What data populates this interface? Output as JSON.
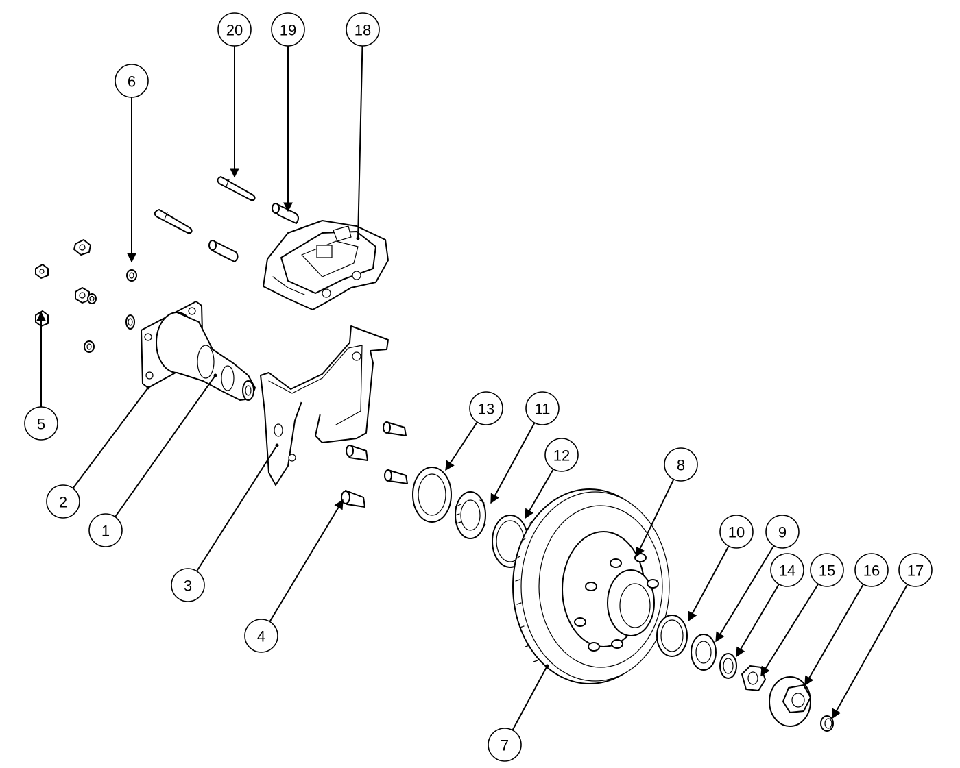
{
  "callouts": [
    {
      "key": "20",
      "label": "20",
      "end": "arrow"
    },
    {
      "key": "19",
      "label": "19",
      "end": "arrow"
    },
    {
      "key": "18",
      "label": "18",
      "end": "dot"
    },
    {
      "key": "6",
      "label": "6",
      "end": "arrow"
    },
    {
      "key": "5",
      "label": "5",
      "end": "arrow"
    },
    {
      "key": "2",
      "label": "2",
      "end": "dot"
    },
    {
      "key": "1",
      "label": "1",
      "end": "dot"
    },
    {
      "key": "3",
      "label": "3",
      "end": "dot"
    },
    {
      "key": "4",
      "label": "4",
      "end": "arrow"
    },
    {
      "key": "13",
      "label": "13",
      "end": "arrow"
    },
    {
      "key": "11",
      "label": "11",
      "end": "arrow"
    },
    {
      "key": "12",
      "label": "12",
      "end": "arrow"
    },
    {
      "key": "8",
      "label": "8",
      "end": "arrow"
    },
    {
      "key": "10",
      "label": "10",
      "end": "arrow"
    },
    {
      "key": "9",
      "label": "9",
      "end": "arrow"
    },
    {
      "key": "14",
      "label": "14",
      "end": "arrow"
    },
    {
      "key": "15",
      "label": "15",
      "end": "arrow"
    },
    {
      "key": "16",
      "label": "16",
      "end": "arrow"
    },
    {
      "key": "17",
      "label": "17",
      "end": "arrow"
    },
    {
      "key": "7",
      "label": "7",
      "end": "dot"
    }
  ],
  "colors": {
    "line": "#000000",
    "background": "#ffffff"
  }
}
